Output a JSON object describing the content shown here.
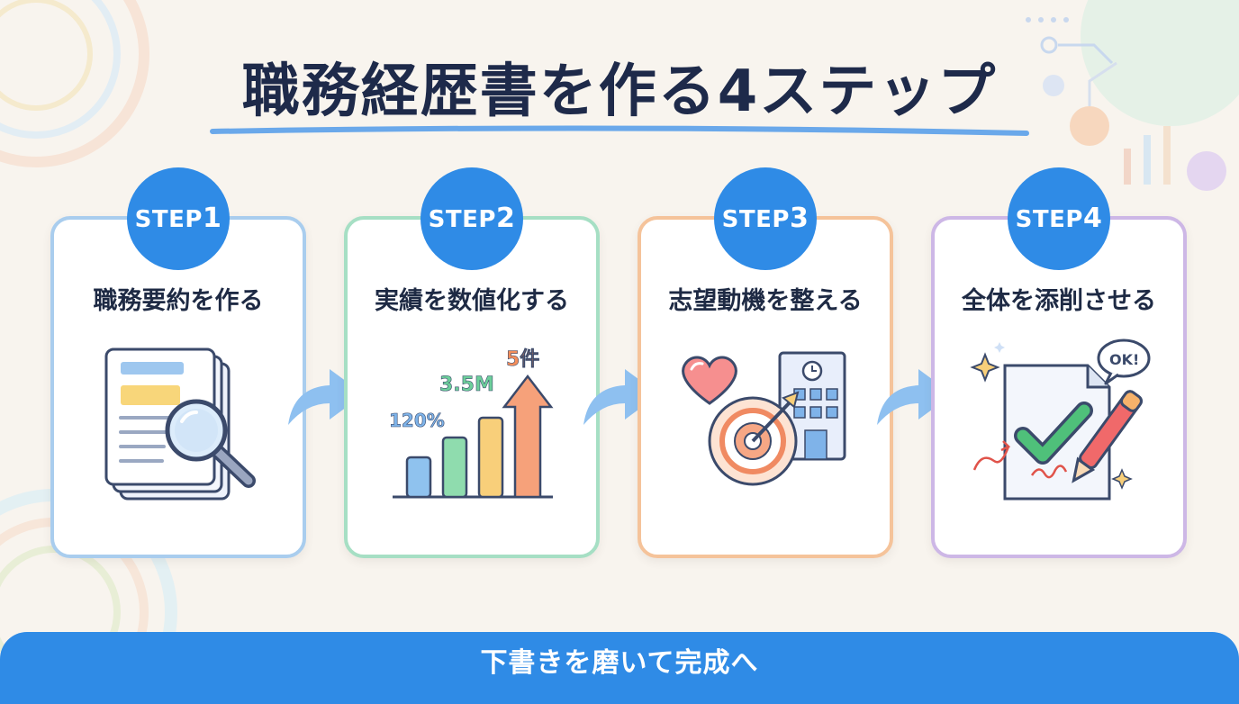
{
  "title": "職務経歴書を作る4ステップ",
  "steps": [
    {
      "step_label": "STEP",
      "number": "1",
      "title": "職務要約を作る",
      "color": "#a9cdee"
    },
    {
      "step_label": "STEP",
      "number": "2",
      "title": "実績を数値化する",
      "color": "#a6dfc4",
      "chart_labels": {
        "label_1": "120%",
        "label_2": "3.5M",
        "label_3": "5件"
      }
    },
    {
      "step_label": "STEP",
      "number": "3",
      "title": "志望動機を整える",
      "color": "#f5c39a"
    },
    {
      "step_label": "STEP",
      "number": "4",
      "title": "全体を添削させる",
      "color": "#cdb7e6",
      "speech_bubble": "OK!"
    }
  ],
  "banner": "下書きを磨いて完成へ",
  "colors": {
    "accent": "#2f8be6",
    "background": "#f8f4ee",
    "title": "#1e2a4a"
  }
}
